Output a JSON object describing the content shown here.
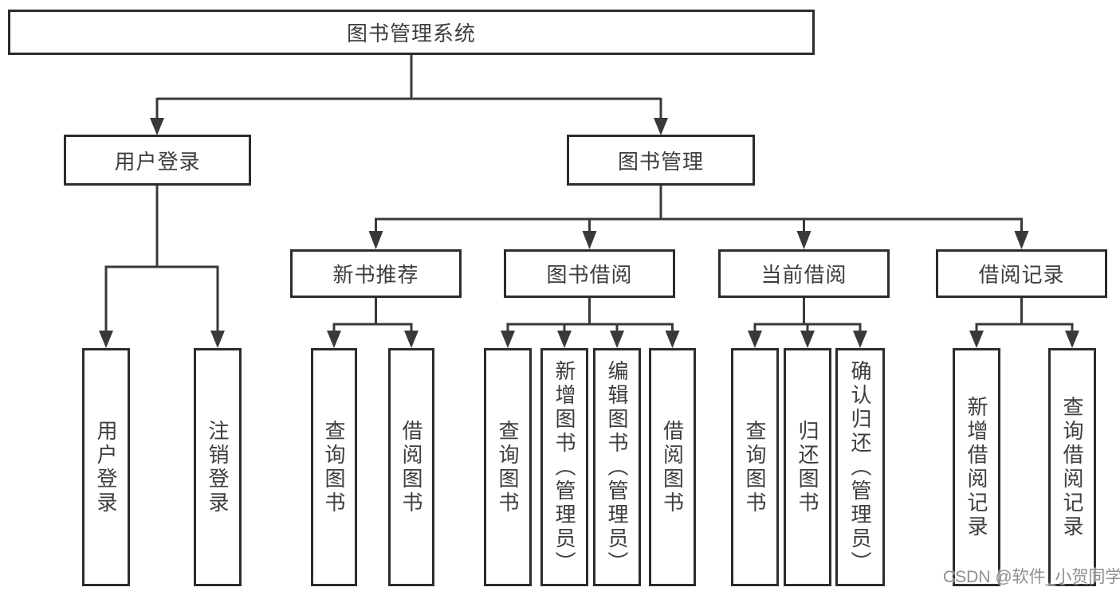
{
  "diagram": {
    "type": "hierarchy",
    "title": "图书管理系统",
    "watermark": "CSDN @软件_小贺同学",
    "colors": {
      "background": "#ffffff",
      "line": "#39393c",
      "box_border": "#2c2c2f",
      "box_fill": "#ffffff",
      "text": "#3d3d42",
      "watermark": "#8f8f91"
    },
    "root": {
      "label": "图书管理系统"
    },
    "level2": [
      {
        "label": "用户登录",
        "children": [
          "用户登录",
          "注销登录"
        ]
      },
      {
        "label": "图书管理",
        "children": [
          "新书推荐",
          "图书借阅",
          "当前借阅",
          "借阅记录"
        ]
      }
    ],
    "level3": [
      {
        "label": "新书推荐",
        "parent": "图书管理"
      },
      {
        "label": "图书借阅",
        "parent": "图书管理"
      },
      {
        "label": "当前借阅",
        "parent": "图书管理"
      },
      {
        "label": "借阅记录",
        "parent": "图书管理"
      }
    ],
    "leaves": [
      {
        "label": "用户登录",
        "parent": "用户登录"
      },
      {
        "label": "注销登录",
        "parent": "用户登录"
      },
      {
        "label": "查询图书",
        "parent": "新书推荐"
      },
      {
        "label": "借阅图书",
        "parent": "新书推荐"
      },
      {
        "label": "查询图书",
        "parent": "图书借阅"
      },
      {
        "label": "新增图书（管理员）",
        "parent": "图书借阅"
      },
      {
        "label": "编辑图书（管理员）",
        "parent": "图书借阅"
      },
      {
        "label": "借阅图书",
        "parent": "图书借阅"
      },
      {
        "label": "查询图书",
        "parent": "当前借阅"
      },
      {
        "label": "归还图书",
        "parent": "当前借阅"
      },
      {
        "label": "确认归还（管理员）",
        "parent": "当前借阅"
      },
      {
        "label": "新增借阅记录",
        "parent": "借阅记录"
      },
      {
        "label": "查询借阅记录",
        "parent": "借阅记录"
      }
    ]
  }
}
